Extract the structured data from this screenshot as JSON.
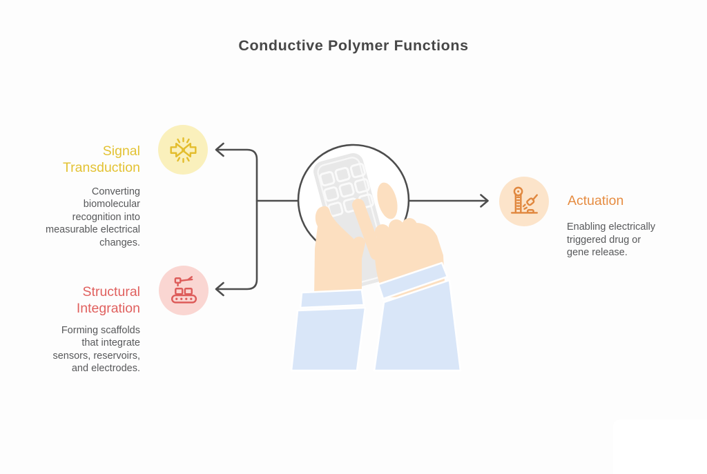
{
  "title": "Conductive Polymer Functions",
  "sections": {
    "signal_transduction": {
      "label": "Signal Transduction",
      "label_lines": [
        "Signal",
        "Transduction"
      ],
      "description": "Converting biomolecular recognition into measurable electrical changes.",
      "desc_lines": [
        "Converting",
        "biomolecular",
        "recognition into",
        "measurable electrical",
        "changes."
      ],
      "accent_color": "#e3c233",
      "icon_bg_color": "#faf0bc",
      "icon": "converging-arrows-spark-icon"
    },
    "structural_integration": {
      "label": "Structural Integration",
      "label_lines": [
        "Structural",
        "Integration"
      ],
      "description": "Forming scaffolds that integrate sensors, reservoirs, and electrodes.",
      "desc_lines": [
        "Forming scaffolds",
        "that integrate",
        "sensors, reservoirs,",
        "and electrodes."
      ],
      "accent_color": "#e0605e",
      "icon_bg_color": "#fad6d2",
      "icon": "conveyor-assembly-icon"
    },
    "actuation": {
      "label": "Actuation",
      "label_lines": [
        "Actuation"
      ],
      "description": "Enabling electrically triggered drug or gene release.",
      "desc_lines": [
        "Enabling electrically",
        "triggered drug or",
        "gene release."
      ],
      "accent_color": "#e68c41",
      "icon_bg_color": "#fce4ca",
      "icon": "high-striker-trigger-icon"
    }
  },
  "center": {
    "illustration": "hands-holding-keypad-remote",
    "connector_color": "#4d4d4d",
    "hand_color": "#fcdfc0",
    "sleeve_color": "#d9e6f8",
    "device_color": "#e8e8e8"
  },
  "background_color": "#fdfdfd",
  "title_color": "#474747",
  "description_color": "#57585a"
}
